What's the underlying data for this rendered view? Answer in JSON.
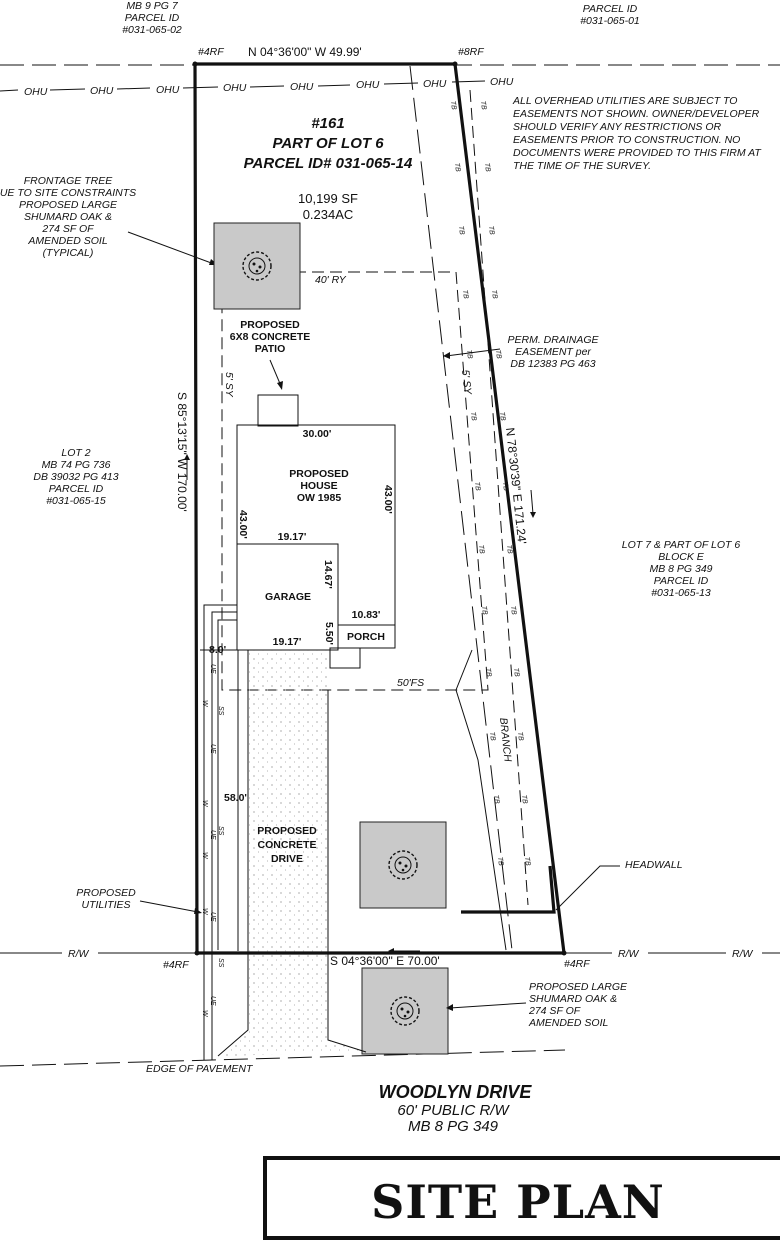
{
  "neighbors": {
    "north_left": [
      "MB 9 PG 7",
      "PARCEL ID",
      "#031-065-02"
    ],
    "north_right": [
      "PARCEL ID",
      "#031-065-01"
    ],
    "west": [
      "LOT 2",
      "MB 74 PG 736",
      "DB 39032 PG 413",
      "PARCEL ID",
      "#031-065-15"
    ],
    "east": [
      "LOT 7 & PART OF LOT 6",
      "BLOCK E",
      "MB 8 PG 349",
      "PARCEL ID",
      "#031-065-13"
    ]
  },
  "parcel": {
    "lines": [
      "#161",
      "PART OF LOT 6",
      "PARCEL ID# 031-065-14"
    ],
    "area_sf": "10,199 SF",
    "area_ac": "0.234AC"
  },
  "bearings": {
    "north": "N 04°36'00\" W  49.99'",
    "west": "S 85°13'15\" W   170.00'",
    "east": "N 78°30'39\" E   171.24'",
    "south": "S 04°36'00\" E  70.00'"
  },
  "corners": {
    "nw": "#4RF",
    "ne": "#8RF",
    "sw": "#4RF",
    "se": "#4RF"
  },
  "notes": {
    "utilities": [
      "ALL OVERHEAD UTILITIES ARE SUBJECT TO",
      "EASEMENTS NOT SHOWN. OWNER/DEVELOPER",
      "SHOULD VERIFY ANY RESTRICTIONS OR",
      "EASEMENTS PRIOR TO CONSTRUCTION. NO",
      "DOCUMENTS WERE PROVIDED TO THIS FIRM AT",
      "THE TIME OF THE SURVEY."
    ],
    "frontage_tree": [
      "FRONTAGE TREE",
      "UE TO SITE CONSTRAINTS",
      "PROPOSED LARGE",
      "SHUMARD OAK &",
      "274 SF OF",
      "AMENDED SOIL",
      "(TYPICAL)"
    ],
    "drainage": [
      "PERM. DRAINAGE",
      "EASEMENT per",
      "DB 12383 PG 463"
    ],
    "patio": [
      "PROPOSED",
      "6X8 CONCRETE",
      "PATIO"
    ],
    "house": [
      "PROPOSED",
      "HOUSE",
      "OW 1985"
    ],
    "garage": "GARAGE",
    "porch": "PORCH",
    "drive": [
      "PROPOSED",
      "CONCRETE",
      "DRIVE"
    ],
    "utilities_prop": [
      "PROPOSED",
      "UTILITIES"
    ],
    "headwall": "HEADWALL",
    "branch": "BRANCH",
    "oak_front": [
      "PROPOSED LARGE",
      "SHUMARD OAK &",
      "274 SF OF",
      "AMENDED SOIL"
    ],
    "edge": "EDGE OF PAVEMENT",
    "rw": "R/W",
    "ohu": "OHU",
    "tb": "TB"
  },
  "dims": {
    "house_top": "30.00'",
    "house_right": "43.00'",
    "house_left": "43.00'",
    "garage_top": "19.17'",
    "garage_bottom": "19.17'",
    "garage_right": "14.67'",
    "porch_top": "10.83'",
    "porch_side": "5.50'",
    "offset": "8.0'",
    "drive_len": "58.0'",
    "ry": "40' RY",
    "sy_left": "5' SY",
    "sy_right": "5' SY",
    "fs": "50'FS"
  },
  "utility_codes": {
    "w": "W",
    "ue": "UE",
    "ss": "SS"
  },
  "street": {
    "name": "WOODLYN DRIVE",
    "rw": "60' PUBLIC R/W",
    "ref": "MB 8 PG 349"
  },
  "title": "SITE PLAN"
}
